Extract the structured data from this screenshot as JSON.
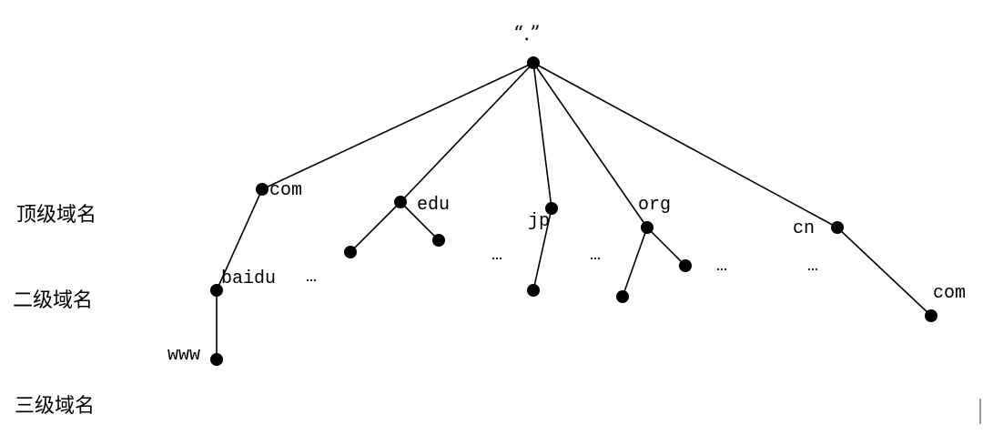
{
  "root_label": "“.”",
  "levels": {
    "top": "顶级域名",
    "second": "二级域名",
    "third": "三级域名"
  },
  "nodes": {
    "com": "com",
    "edu": "edu",
    "jp": "jp",
    "org": "org",
    "cn": "cn",
    "baidu": "baidu",
    "www": "www",
    "cn_com": "com"
  },
  "ellipses": {
    "baidu_siblings": "…",
    "jp_left": "…",
    "org_left": "…",
    "org_right": "…",
    "cn_left": "…"
  }
}
